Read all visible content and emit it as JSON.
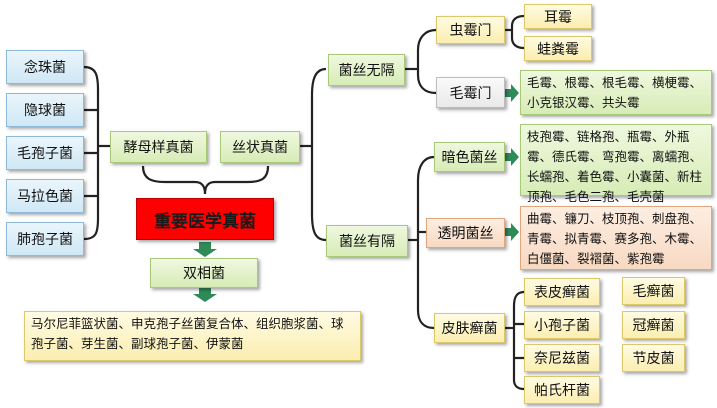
{
  "colors": {
    "line": "#222222",
    "arrow": "#2e8b57",
    "core": "#ff0000"
  },
  "left_group": [
    "念珠菌",
    "隐球菌",
    "毛孢子菌",
    "马拉色菌",
    "肺孢子菌"
  ],
  "yeast_like": "酵母样真菌",
  "filamentous": "丝状真菌",
  "core": "重要医学真菌",
  "dimorphic": "双相菌",
  "dimorphic_list": "马尔尼菲篮状菌、申克孢子丝菌复合体、组织胞浆菌、球孢子菌、芽生菌、副球孢子菌、伊蒙菌",
  "aseptate": {
    "label": "菌丝无隔",
    "zygomycota": {
      "label": "虫霉门",
      "items": [
        "耳霉",
        "蛙粪霉"
      ]
    },
    "mucoromycota": {
      "label": "毛霉门",
      "text": "毛霉、根霉、根毛霉、横梗霉、小克银汉霉、共头霉"
    }
  },
  "septate": {
    "label": "菌丝有隔",
    "dematiaceous": {
      "label": "暗色菌丝",
      "text": "枝孢霉、链格孢、瓶霉、外瓶霉、德氏霉、弯孢霉、离蠕孢、长蠕孢、着色霉、小囊菌、新柱顶孢、毛色二孢、毛壳菌"
    },
    "hyaline": {
      "label": "透明菌丝",
      "text": "曲霉、镰刀、枝顶孢、刺盘孢、青霉、拟青霉、赛多孢、木霉、白僵菌、裂褶菌、紫孢霉"
    },
    "dermatophytes": {
      "label": "皮肤癣菌",
      "items": [
        "表皮癣菌",
        "小孢子菌",
        "奈尼兹菌",
        "帕氏杆菌",
        "毛癣菌",
        "冠癣菌",
        "节皮菌"
      ]
    }
  }
}
